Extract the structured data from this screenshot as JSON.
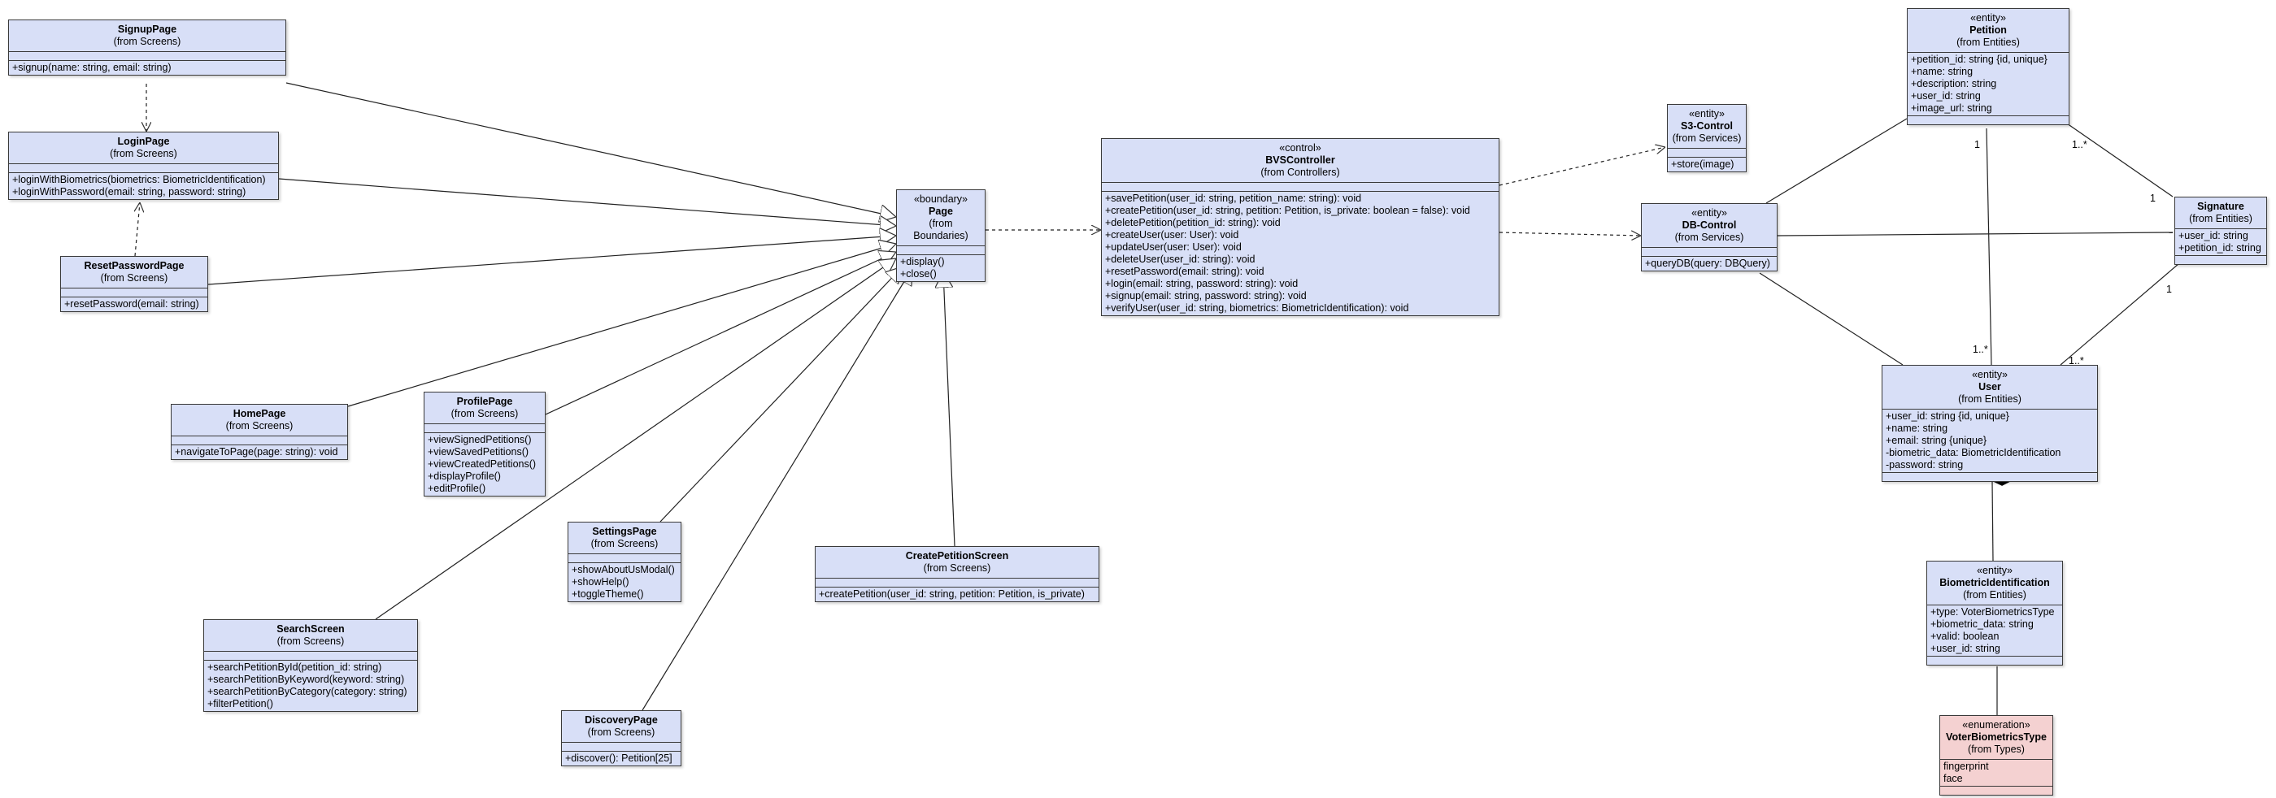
{
  "classes": {
    "signup": {
      "name": "SignupPage",
      "package": "(from Screens)",
      "stereotype": "",
      "attributes": [],
      "operations": [
        "+signup(name: string, email: string)"
      ]
    },
    "login": {
      "name": "LoginPage",
      "package": "(from Screens)",
      "stereotype": "",
      "attributes": [],
      "operations": [
        "+loginWithBiometrics(biometrics: BiometricIdentification)",
        "+loginWithPassword(email: string, password: string)"
      ]
    },
    "reset": {
      "name": "ResetPasswordPage",
      "package": "(from Screens)",
      "stereotype": "",
      "attributes": [],
      "operations": [
        "+resetPassword(email: string)"
      ]
    },
    "home": {
      "name": "HomePage",
      "package": "(from Screens)",
      "stereotype": "",
      "attributes": [],
      "operations": [
        "+navigateToPage(page: string): void"
      ]
    },
    "profile": {
      "name": "ProfilePage",
      "package": "(from Screens)",
      "stereotype": "",
      "attributes": [],
      "operations": [
        "+viewSignedPetitions()",
        "+viewSavedPetitions()",
        "+viewCreatedPetitions()",
        "+displayProfile()",
        "+editProfile()"
      ]
    },
    "settings": {
      "name": "SettingsPage",
      "package": "(from Screens)",
      "stereotype": "",
      "attributes": [],
      "operations": [
        "+showAboutUsModal()",
        "+showHelp()",
        "+toggleTheme()"
      ]
    },
    "search": {
      "name": "SearchScreen",
      "package": "(from Screens)",
      "stereotype": "",
      "attributes": [],
      "operations": [
        "+searchPetitionById(petition_id: string)",
        "+searchPetitionByKeyword(keyword: string)",
        "+searchPetitionByCategory(category: string)",
        "+filterPetition()"
      ]
    },
    "discovery": {
      "name": "DiscoveryPage",
      "package": "(from Screens)",
      "stereotype": "",
      "attributes": [],
      "operations": [
        "+discover(): Petition[25]"
      ]
    },
    "create": {
      "name": "CreatePetitionScreen",
      "package": "(from Screens)",
      "stereotype": "",
      "attributes": [],
      "operations": [
        "+createPetition(user_id: string, petition: Petition, is_private)"
      ]
    },
    "page": {
      "name": "Page",
      "package": "(from Boundaries)",
      "stereotype": "«boundary»",
      "attributes": [],
      "operations": [
        "+display()",
        "+close()"
      ]
    },
    "bvs": {
      "name": "BVSController",
      "package": "(from Controllers)",
      "stereotype": "«control»",
      "attributes": [],
      "operations": [
        "+savePetition(user_id: string, petition_name: string): void",
        "+createPetition(user_id: string, petition: Petition, is_private: boolean = false): void",
        "+deletePetition(petition_id: string): void",
        "+createUser(user: User): void",
        "+updateUser(user: User): void",
        "+deleteUser(user_id: string): void",
        "+resetPassword(email: string): void",
        "+login(email: string, password: string): void",
        "+signup(email: string, password: string): void",
        "+verifyUser(user_id: string, biometrics: BiometricIdentification): void"
      ]
    },
    "s3": {
      "name": "S3-Control",
      "package": "(from Services)",
      "stereotype": "«entity»",
      "attributes": [],
      "operations": [
        "+store(image)"
      ]
    },
    "db": {
      "name": "DB-Control",
      "package": "(from Services)",
      "stereotype": "«entity»",
      "attributes": [],
      "operations": [
        "+queryDB(query: DBQuery)"
      ]
    },
    "petition": {
      "name": "Petition",
      "package": "(from Entities)",
      "stereotype": "«entity»",
      "attributes": [
        "+petition_id: string {id, unique}",
        "+name: string",
        "+description: string",
        "+user_id: string",
        "+image_url: string"
      ],
      "operations": []
    },
    "signature": {
      "name": "Signature",
      "package": "(from Entities)",
      "stereotype": "",
      "attributes": [
        "+user_id: string",
        "+petition_id: string"
      ],
      "operations": []
    },
    "user": {
      "name": "User",
      "package": "(from Entities)",
      "stereotype": "«entity»",
      "attributes": [
        "+user_id: string {id, unique}",
        "+name: string",
        "+email: string {unique}",
        "-biometric_data: BiometricIdentification",
        "-password: string"
      ],
      "operations": []
    },
    "bio": {
      "name": "BiometricIdentification",
      "package": "(from Entities)",
      "stereotype": "«entity»",
      "attributes": [
        "+type: VoterBiometricsType",
        "+biometric_data: string",
        "+valid: boolean",
        "+user_id: string"
      ],
      "operations": []
    },
    "voter": {
      "name": "VoterBiometricsType",
      "package": "(from Types)",
      "stereotype": "«enumeration»",
      "attributes": [
        "fingerprint",
        "face"
      ],
      "operations": []
    }
  },
  "multiplicities": {
    "petition_user_top": "1",
    "petition_user_bottom": "1..*",
    "petition_signature_left": "1..*",
    "petition_signature_right": "1",
    "signature_user_top": "1",
    "signature_user_bottom": "1..*"
  }
}
